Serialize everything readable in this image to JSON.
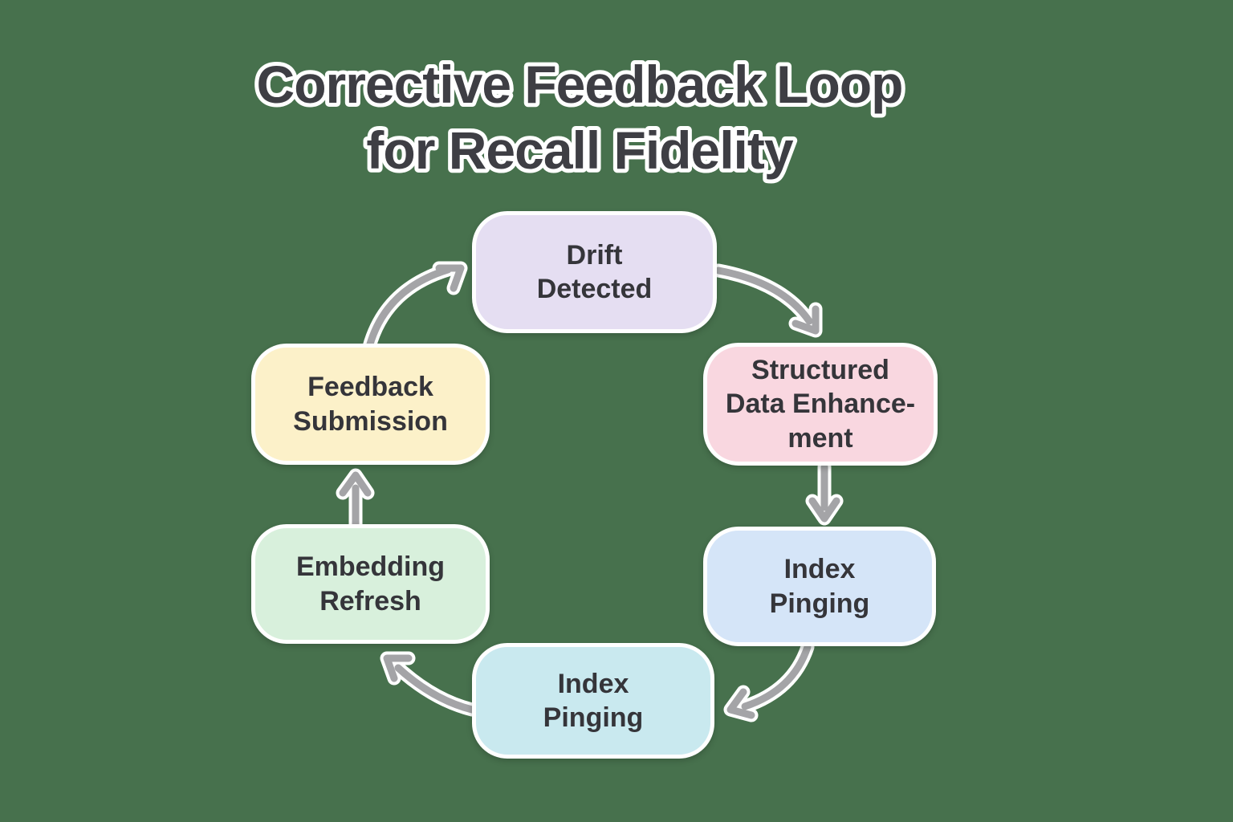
{
  "background_color": "#47714d",
  "title": {
    "line1": "Corrective Feedback Loop",
    "line2": "for Recall Fidelity",
    "color": "#3e3e44",
    "outline_color": "#ffffff"
  },
  "nodes": [
    {
      "id": "drift-detected",
      "label": "Drift\nDetected",
      "fill": "#e5def2"
    },
    {
      "id": "structured-data-enhancement",
      "label": "Structured\nData Enhance-\nment",
      "fill": "#f9d7e0"
    },
    {
      "id": "index-pinging-right",
      "label": "Index\nPinging",
      "fill": "#d5e5f8"
    },
    {
      "id": "index-pinging-bottom",
      "label": "Index\nPinging",
      "fill": "#c9e9ef"
    },
    {
      "id": "embedding-refresh",
      "label": "Embedding\nRefresh",
      "fill": "#d8f0dc"
    },
    {
      "id": "feedback-submission",
      "label": "Feedback\nSubmission",
      "fill": "#fcf1c9"
    }
  ],
  "arrows": {
    "color": "#a4a4a7",
    "outline": "#ffffff",
    "edges": [
      {
        "from": "feedback-submission",
        "to": "drift-detected"
      },
      {
        "from": "drift-detected",
        "to": "structured-data-enhancement"
      },
      {
        "from": "structured-data-enhancement",
        "to": "index-pinging-right"
      },
      {
        "from": "index-pinging-right",
        "to": "index-pinging-bottom"
      },
      {
        "from": "index-pinging-bottom",
        "to": "embedding-refresh"
      },
      {
        "from": "embedding-refresh",
        "to": "feedback-submission"
      }
    ]
  }
}
